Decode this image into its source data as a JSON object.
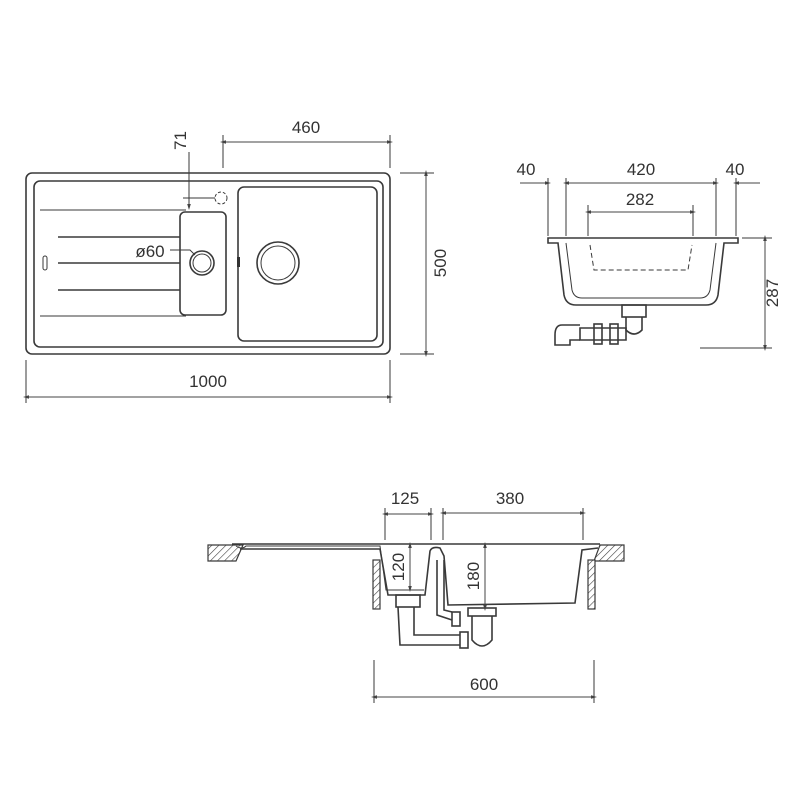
{
  "top_view": {
    "width_label": "1000",
    "depth_label": "500",
    "bowl_width_label": "460",
    "tap_offset_label": "71",
    "drain_diameter_label": "ø60"
  },
  "side_view": {
    "left_rim_label": "40",
    "inner_width_label": "420",
    "right_rim_label": "40",
    "bowl_bottom_label": "282",
    "height_label": "287"
  },
  "section_view": {
    "small_bowl_width_label": "125",
    "main_bowl_width_label": "380",
    "small_bowl_depth_label": "120",
    "main_bowl_depth_label": "180",
    "cabinet_width_label": "600"
  }
}
